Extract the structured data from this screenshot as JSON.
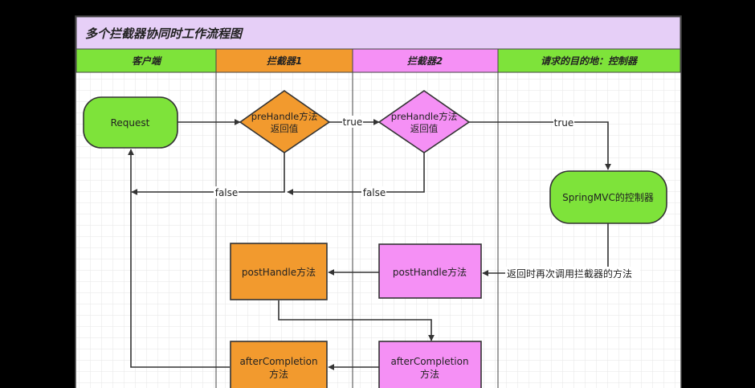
{
  "diagram": {
    "title": "多个拦截器协同时工作流程图",
    "lanes": [
      "客户端",
      "拦截器1",
      "拦截器2",
      "请求的目的地：控制器"
    ],
    "nodes": {
      "request": "Request",
      "pre1_line1": "preHandle方法",
      "pre1_line2": "返回值",
      "pre2_line1": "preHandle方法",
      "pre2_line2": "返回值",
      "controller": "SpringMVC的控制器",
      "post2": "postHandle方法",
      "post1": "postHandle方法",
      "after2_line1": "afterCompletion",
      "after2_line2": "方法",
      "after1_line1": "afterCompletion",
      "after1_line2": "方法"
    },
    "edge_labels": {
      "true1": "true",
      "true2": "true",
      "false1": "false",
      "false2": "false",
      "return_note": "返回时再次调用拦截器的方法"
    },
    "colors": {
      "title_bg": "#e6cff7",
      "lane_header": "#7ee33a",
      "interceptor1": "#f29a2e",
      "interceptor2": "#f590f5",
      "green_node": "#7ee33a",
      "grid": "#e6e6e6",
      "line": "#333333"
    }
  }
}
